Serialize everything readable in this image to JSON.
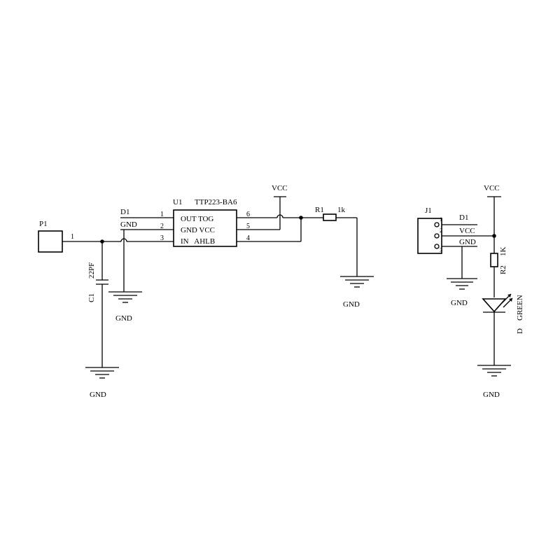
{
  "colors": {
    "ink": "#000000",
    "background": "#ffffff"
  },
  "p1": {
    "ref": "P1",
    "pin": "1"
  },
  "c1": {
    "ref": "C1",
    "value": "22PF"
  },
  "u1": {
    "ref": "U1",
    "part": "TTP223-BA6",
    "left_nets": [
      "D1",
      "GND"
    ],
    "pins_left": [
      "1",
      "2",
      "3"
    ],
    "pins_right": [
      "6",
      "5",
      "4"
    ],
    "rows": [
      "OUT TOG",
      "GND VCC",
      "IN   AHLB"
    ]
  },
  "r1": {
    "ref": "R1",
    "value": "1k"
  },
  "r2": {
    "ref": "R2",
    "value": "1K"
  },
  "j1": {
    "ref": "J1",
    "pins": [
      "1",
      "2",
      "3"
    ],
    "nets": [
      "D1",
      "VCC",
      "GND"
    ]
  },
  "led": {
    "ref": "D",
    "value": "GREEN"
  },
  "power": {
    "vcc": "VCC",
    "gnd": "GND"
  }
}
